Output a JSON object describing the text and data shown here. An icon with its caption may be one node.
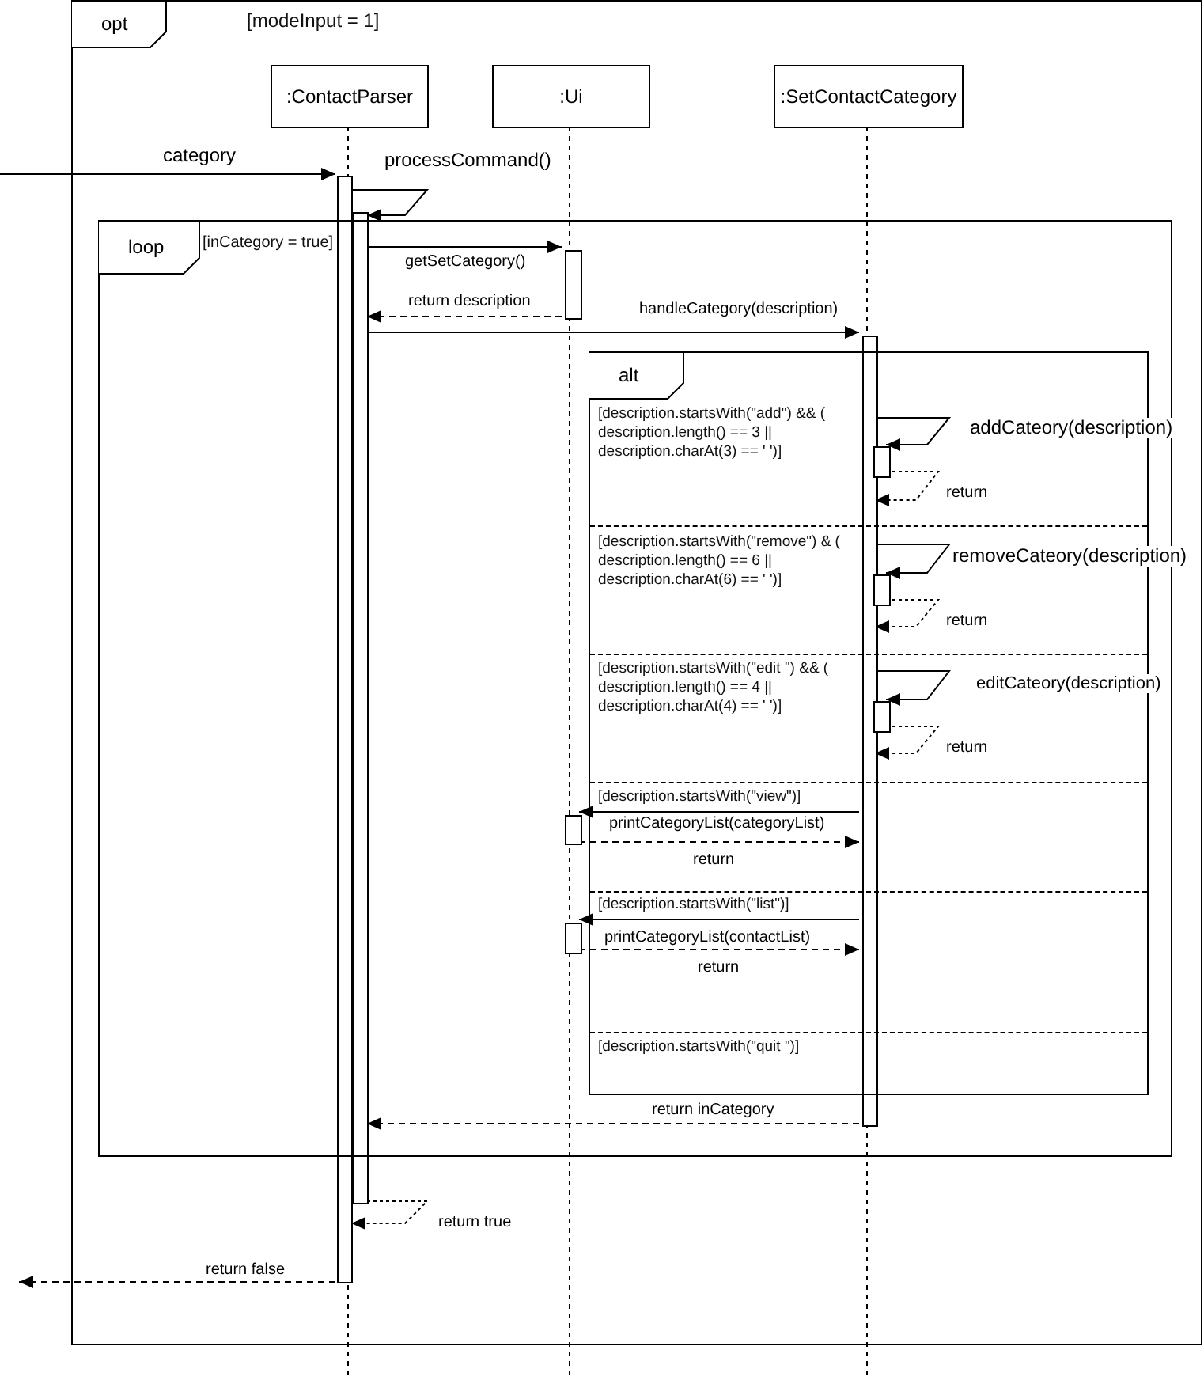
{
  "diagram": {
    "nodes": [
      {
        "text": [
          "opt",
          "[modeInput = 1]"
        ]
      },
      {
        "text": [
          ":ContactParser"
        ],
        "in": 0
      },
      {
        "text": [
          ":Ui"
        ],
        "in": 0
      },
      {
        "text": [
          ":SetContactCategory"
        ],
        "in": 0
      },
      {
        "text": [],
        "shape": "bar",
        "in": 0
      },
      {
        "text": [],
        "shape": "bar",
        "in": 0
      },
      {
        "text": [
          "loop",
          "[inCategory = true]"
        ],
        "in": 0
      },
      {
        "text": [],
        "shape": "bar",
        "in": 6
      },
      {
        "text": [],
        "shape": "bar",
        "in": 6
      },
      {
        "text": [
          "alt",
          "[description.startsWith(\"add\") && ( description.length() == 3 || description.charAt(3) == ' ')]",
          "[description.startsWith(\"remove\") & ( description.length() == 6 || description.charAt(6) == ' ')]",
          "[description.startsWith(\"edit \") && ( description.length() == 4 || description.charAt(4) == ' ')]",
          "[description.startsWith(\"view\")]",
          "[description.startsWith(\"list\")]",
          "[description.startsWith(\"quit \")]"
        ],
        "in": 6
      },
      {
        "text": [],
        "shape": "bar",
        "in": 9
      },
      {
        "text": [],
        "shape": "bar",
        "in": 9
      },
      {
        "text": [],
        "shape": "bar",
        "in": 9
      },
      {
        "text": [],
        "shape": "bar",
        "in": 6
      },
      {
        "text": [],
        "shape": "bar",
        "in": 6
      }
    ],
    "edges": [
      {
        "from": null,
        "to": 4,
        "arrow": "to",
        "label": "category"
      },
      {
        "from": 4,
        "to": 5,
        "arrow": "to",
        "label": "processCommand()"
      },
      {
        "from": 5,
        "to": 7,
        "arrow": "to",
        "label": "getSetCategory()"
      },
      {
        "from": 7,
        "to": 5,
        "arrow": "to",
        "label": "return description",
        "style": "dashed"
      },
      {
        "from": 5,
        "to": 8,
        "arrow": "to",
        "label": "handleCategory(description)"
      },
      {
        "from": 8,
        "to": 10,
        "arrow": "to",
        "label": "addCateory(description)"
      },
      {
        "from": 10,
        "to": 8,
        "arrow": "to",
        "label": "return",
        "style": "dashed"
      },
      {
        "from": 8,
        "to": 11,
        "arrow": "to",
        "label": "removeCateory(description)"
      },
      {
        "from": 11,
        "to": 8,
        "arrow": "to",
        "label": "return",
        "style": "dashed"
      },
      {
        "from": 8,
        "to": 12,
        "arrow": "to",
        "label": "editCateory(description)"
      },
      {
        "from": 12,
        "to": 8,
        "arrow": "to",
        "label": "return",
        "style": "dashed"
      },
      {
        "from": 8,
        "to": 13,
        "arrow": "to",
        "label": "printCategoryList(categoryList)"
      },
      {
        "from": 13,
        "to": 8,
        "arrow": "to",
        "label": "return",
        "style": "dashed"
      },
      {
        "from": 8,
        "to": 14,
        "arrow": "to",
        "label": "printCategoryList(contactList)"
      },
      {
        "from": 14,
        "to": 8,
        "arrow": "to",
        "label": "return",
        "style": "dashed"
      },
      {
        "from": 8,
        "to": 5,
        "arrow": "to",
        "label": "return inCategory",
        "style": "dashed"
      },
      {
        "from": 5,
        "to": 4,
        "arrow": "to",
        "label": "return true",
        "style": "dashed"
      },
      {
        "from": 4,
        "to": null,
        "arrow": "to",
        "label": "return false",
        "style": "dashed"
      }
    ]
  }
}
